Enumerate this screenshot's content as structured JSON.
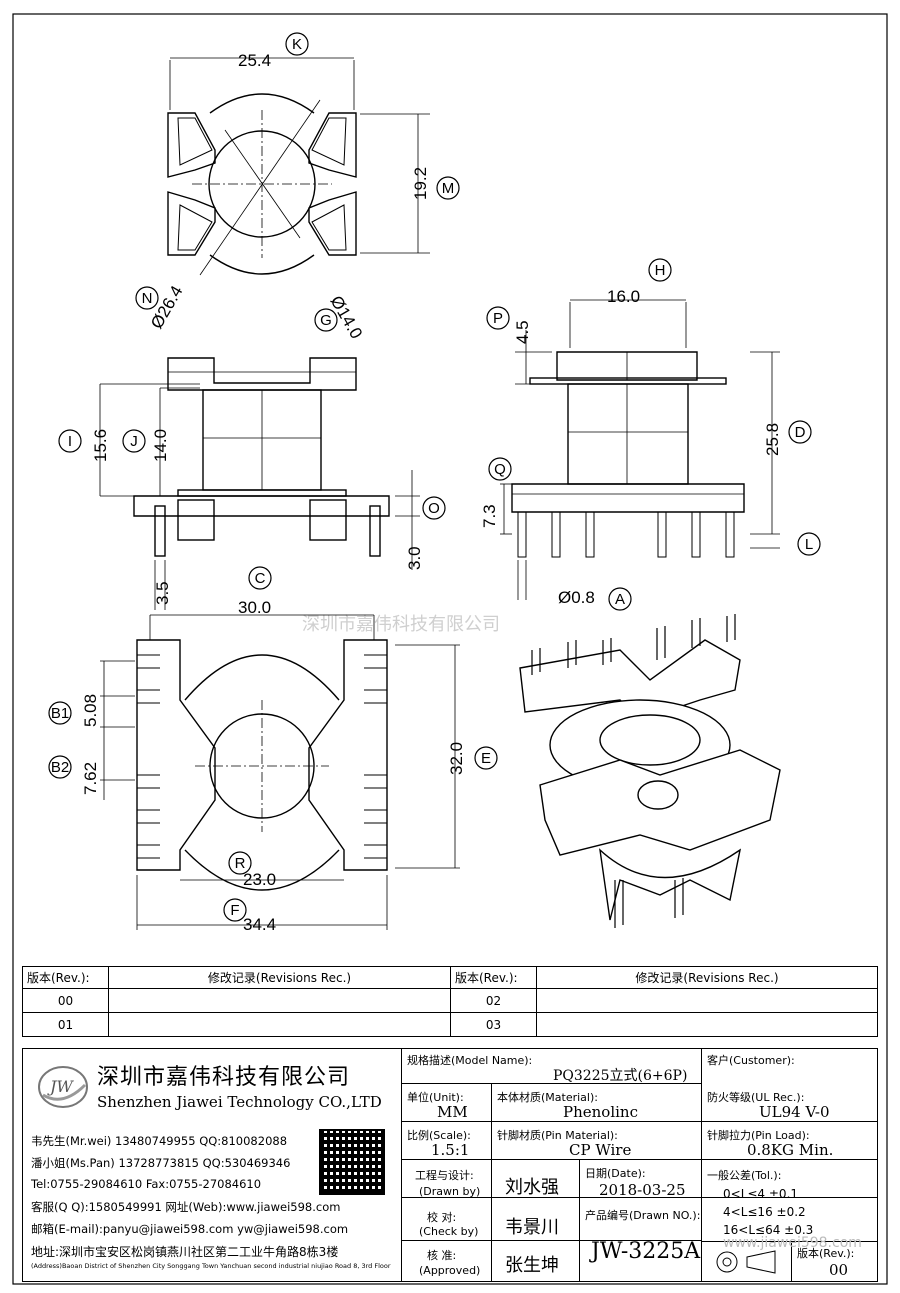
{
  "watermark": "深圳市嘉伟科技有限公司",
  "dims": {
    "K": "25.4",
    "M": "19.2",
    "N": "Ø26.4",
    "G": "Ø14.0",
    "I": "15.6",
    "J": "14.0",
    "O": "3.0",
    "C_small": "3.5",
    "H": "16.0",
    "P": "4.5",
    "D": "25.8",
    "Q": "7.3",
    "L": "L",
    "A": "Ø0.8",
    "C": "30.0",
    "B1": "5.08",
    "B2": "7.62",
    "E": "32.0",
    "R": "23.0",
    "F": "34.4"
  },
  "markers": [
    "K",
    "M",
    "N",
    "G",
    "I",
    "J",
    "O",
    "H",
    "P",
    "D",
    "Q",
    "L",
    "A",
    "C",
    "B1",
    "B2",
    "E",
    "R",
    "F"
  ],
  "revisions": {
    "col_rev": "版本(Rev.):",
    "col_rec": "修改记录(Revisions Rec.)",
    "rows": [
      "00",
      "01",
      "02",
      "03"
    ]
  },
  "company": {
    "logo_text": "JW",
    "name": "深圳市嘉伟科技有限公司",
    "name_en": "Shenzhen Jiawei Technology CO.,LTD",
    "contact_1": "韦先生(Mr.wei) 13480749955 QQ:810082088",
    "contact_2": "潘小姐(Ms.Pan) 13728773815 QQ:530469346",
    "contact_3": "Tel:0755-29084610      Fax:0755-27084610",
    "contact_4": "客服(Q Q):1580549991    网址(Web):www.jiawei598.com",
    "contact_5": "邮箱(E-mail):panyu@jiawei598.com  yw@jiawei598.com",
    "address": "地址:深圳市宝安区松岗镇燕川社区第二工业牛角路8栋3楼",
    "address_en": "(Address)Baoan District of Shenzhen City Songgang Town Yanchuan  second industrial niujiao Road 8, 3rd Floor"
  },
  "title_block": {
    "model_label": "规格描述(Model Name):",
    "model_value": "PQ3225立式(6+6P)",
    "customer_label": "客户(Customer):",
    "unit_label": "单位(Unit):",
    "unit_value": "MM",
    "material_label": "本体材质(Material):",
    "material_value": "Phenolinc",
    "ul_label": "防火等级(UL Rec.):",
    "ul_value": "UL94 V-0",
    "scale_label": "比例(Scale):",
    "scale_value": "1.5:1",
    "pin_mat_label": "针脚材质(Pin Material):",
    "pin_mat_value": "CP Wire",
    "pin_load_label": "针脚拉力(Pin Load):",
    "pin_load_value": "0.8KG Min.",
    "drawn_label": "工程与设计:",
    "drawn_label_en": "(Drawn by)",
    "drawn_value": "刘水强",
    "date_label": "日期(Date):",
    "date_value": "2018-03-25",
    "check_label": "校  对:",
    "check_label_en": "(Check by)",
    "check_value": "韦景川",
    "drawn_no_label": "产品编号(Drawn NO.):",
    "drawn_no_value": "JW-3225A",
    "approve_label": "核  准:",
    "approve_label_en": "(Approved)",
    "approve_value": "张生坤",
    "tol_label": "一般公差(Tol.):",
    "tol_1": "0<L≤4     ±0.1",
    "tol_2": "4<L≤16    ±0.2",
    "tol_3": "16<L≤64   ±0.3",
    "version_label": "版本(Rev.):",
    "version_value": "00",
    "site_wm": "www.jiawei598.com"
  }
}
